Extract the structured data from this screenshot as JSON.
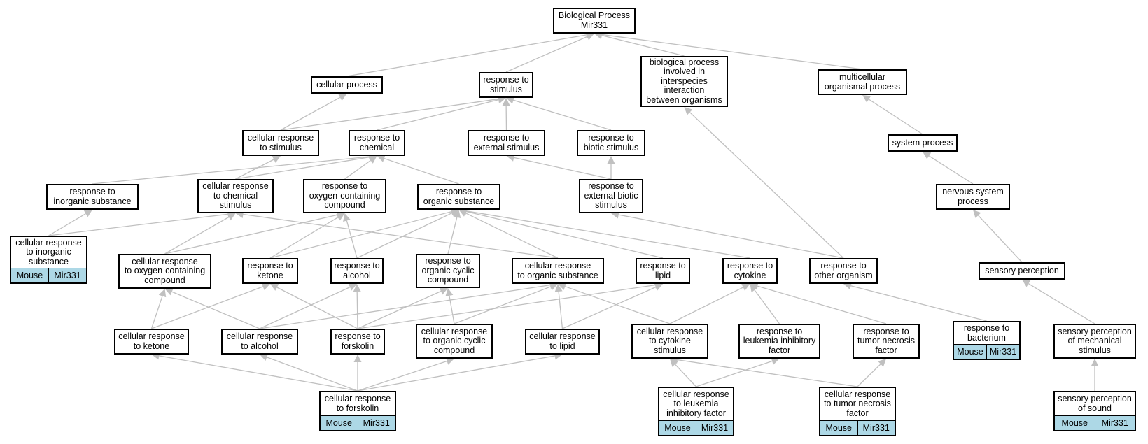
{
  "colors": {
    "edge": "#c0c0c0",
    "tag_fill": "#add8e6",
    "node_border": "#000000"
  },
  "nodes": {
    "bp": "Biological Process\nMir331",
    "cellular_process": "cellular process",
    "response_to_stimulus": "response to\nstimulus",
    "bp_interspecies": "biological process\ninvolved in\ninterspecies\ninteraction\nbetween organisms",
    "multicellular": "multicellular\norganismal process",
    "cellular_response_to_stimulus": "cellular response\nto stimulus",
    "response_to_chemical": "response to\nchemical",
    "response_to_external_stimulus": "response to\nexternal stimulus",
    "response_to_biotic_stimulus": "response to\nbiotic stimulus",
    "system_process": "system process",
    "response_to_inorganic": "response to\ninorganic substance",
    "cellular_response_to_chemical": "cellular response\nto chemical\nstimulus",
    "response_to_oxygen": "response to\noxygen-containing\ncompound",
    "response_to_organic": "response to\norganic substance",
    "response_to_external_biotic": "response to\nexternal biotic\nstimulus",
    "nervous_system_process": "nervous system\nprocess",
    "cellular_response_to_inorganic": "cellular response\nto inorganic\nsubstance",
    "cellular_response_to_oxygen": "cellular response\nto oxygen-containing\ncompound",
    "response_to_ketone": "response to\nketone",
    "response_to_alcohol": "response to\nalcohol",
    "response_to_organic_cyclic": "response to\norganic cyclic\ncompound",
    "cellular_response_to_organic": "cellular response\nto organic substance",
    "response_to_lipid": "response to\nlipid",
    "response_to_cytokine": "response to\ncytokine",
    "response_to_other_organism": "response to\nother organism",
    "sensory_perception": "sensory perception",
    "cellular_response_to_ketone": "cellular response\nto ketone",
    "cellular_response_to_alcohol": "cellular response\nto alcohol",
    "response_to_forskolin": "response to\nforskolin",
    "cellular_response_to_organic_cyclic": "cellular response\nto organic cyclic\ncompound",
    "cellular_response_to_lipid": "cellular response\nto lipid",
    "cellular_response_to_cytokine": "cellular response\nto cytokine\nstimulus",
    "response_to_lif": "response to\nleukemia inhibitory\nfactor",
    "response_to_tnf": "response to\ntumor necrosis\nfactor",
    "response_to_bacterium": "response to\nbacterium",
    "sensory_perception_mechanical": "sensory perception\nof mechanical\nstimulus",
    "cellular_response_to_forskolin": "cellular response\nto forskolin",
    "cellular_response_to_lif": "cellular response\nto leukemia\ninhibitory factor",
    "cellular_response_to_tnf": "cellular response\nto tumor necrosis\nfactor",
    "sensory_perception_sound": "sensory perception\nof sound"
  },
  "tags": {
    "species": "Mouse",
    "gene": "Mir331"
  },
  "edges": [
    [
      "cellular_process",
      "bp"
    ],
    [
      "response_to_stimulus",
      "bp"
    ],
    [
      "bp_interspecies",
      "bp"
    ],
    [
      "multicellular",
      "bp"
    ],
    [
      "cellular_response_to_stimulus",
      "cellular_process"
    ],
    [
      "cellular_response_to_stimulus",
      "response_to_stimulus"
    ],
    [
      "response_to_chemical",
      "response_to_stimulus"
    ],
    [
      "response_to_external_stimulus",
      "response_to_stimulus"
    ],
    [
      "response_to_biotic_stimulus",
      "response_to_stimulus"
    ],
    [
      "system_process",
      "multicellular"
    ],
    [
      "response_to_inorganic",
      "response_to_chemical"
    ],
    [
      "cellular_response_to_chemical",
      "response_to_chemical"
    ],
    [
      "cellular_response_to_chemical",
      "cellular_response_to_stimulus"
    ],
    [
      "response_to_oxygen",
      "response_to_chemical"
    ],
    [
      "response_to_organic",
      "response_to_chemical"
    ],
    [
      "response_to_external_biotic",
      "response_to_external_stimulus"
    ],
    [
      "response_to_external_biotic",
      "response_to_biotic_stimulus"
    ],
    [
      "nervous_system_process",
      "system_process"
    ],
    [
      "cellular_response_to_inorganic",
      "response_to_inorganic"
    ],
    [
      "cellular_response_to_inorganic",
      "cellular_response_to_chemical"
    ],
    [
      "cellular_response_to_oxygen",
      "cellular_response_to_chemical"
    ],
    [
      "cellular_response_to_oxygen",
      "response_to_oxygen"
    ],
    [
      "response_to_ketone",
      "response_to_oxygen"
    ],
    [
      "response_to_ketone",
      "response_to_organic"
    ],
    [
      "response_to_alcohol",
      "response_to_oxygen"
    ],
    [
      "response_to_alcohol",
      "response_to_organic"
    ],
    [
      "response_to_organic_cyclic",
      "response_to_organic"
    ],
    [
      "cellular_response_to_organic",
      "response_to_organic"
    ],
    [
      "cellular_response_to_organic",
      "cellular_response_to_chemical"
    ],
    [
      "response_to_lipid",
      "response_to_organic"
    ],
    [
      "response_to_cytokine",
      "response_to_organic"
    ],
    [
      "response_to_other_organism",
      "bp_interspecies"
    ],
    [
      "response_to_other_organism",
      "response_to_external_biotic"
    ],
    [
      "sensory_perception",
      "nervous_system_process"
    ],
    [
      "cellular_response_to_ketone",
      "cellular_response_to_oxygen"
    ],
    [
      "cellular_response_to_ketone",
      "response_to_ketone"
    ],
    [
      "cellular_response_to_alcohol",
      "cellular_response_to_oxygen"
    ],
    [
      "cellular_response_to_alcohol",
      "response_to_alcohol"
    ],
    [
      "cellular_response_to_alcohol",
      "cellular_response_to_organic"
    ],
    [
      "response_to_forskolin",
      "response_to_ketone"
    ],
    [
      "response_to_forskolin",
      "response_to_alcohol"
    ],
    [
      "response_to_forskolin",
      "response_to_organic_cyclic"
    ],
    [
      "response_to_forskolin",
      "response_to_lipid"
    ],
    [
      "cellular_response_to_organic_cyclic",
      "response_to_organic_cyclic"
    ],
    [
      "cellular_response_to_organic_cyclic",
      "cellular_response_to_organic"
    ],
    [
      "cellular_response_to_lipid",
      "cellular_response_to_organic"
    ],
    [
      "cellular_response_to_lipid",
      "response_to_lipid"
    ],
    [
      "cellular_response_to_cytokine",
      "cellular_response_to_organic"
    ],
    [
      "cellular_response_to_cytokine",
      "response_to_cytokine"
    ],
    [
      "response_to_lif",
      "response_to_cytokine"
    ],
    [
      "response_to_tnf",
      "response_to_cytokine"
    ],
    [
      "response_to_bacterium",
      "response_to_other_organism"
    ],
    [
      "sensory_perception_mechanical",
      "sensory_perception"
    ],
    [
      "cellular_response_to_forskolin",
      "cellular_response_to_ketone"
    ],
    [
      "cellular_response_to_forskolin",
      "cellular_response_to_alcohol"
    ],
    [
      "cellular_response_to_forskolin",
      "response_to_forskolin"
    ],
    [
      "cellular_response_to_forskolin",
      "cellular_response_to_organic_cyclic"
    ],
    [
      "cellular_response_to_forskolin",
      "cellular_response_to_lipid"
    ],
    [
      "cellular_response_to_lif",
      "cellular_response_to_cytokine"
    ],
    [
      "cellular_response_to_lif",
      "response_to_lif"
    ],
    [
      "cellular_response_to_tnf",
      "cellular_response_to_cytokine"
    ],
    [
      "cellular_response_to_tnf",
      "response_to_tnf"
    ],
    [
      "sensory_perception_sound",
      "sensory_perception_mechanical"
    ]
  ]
}
